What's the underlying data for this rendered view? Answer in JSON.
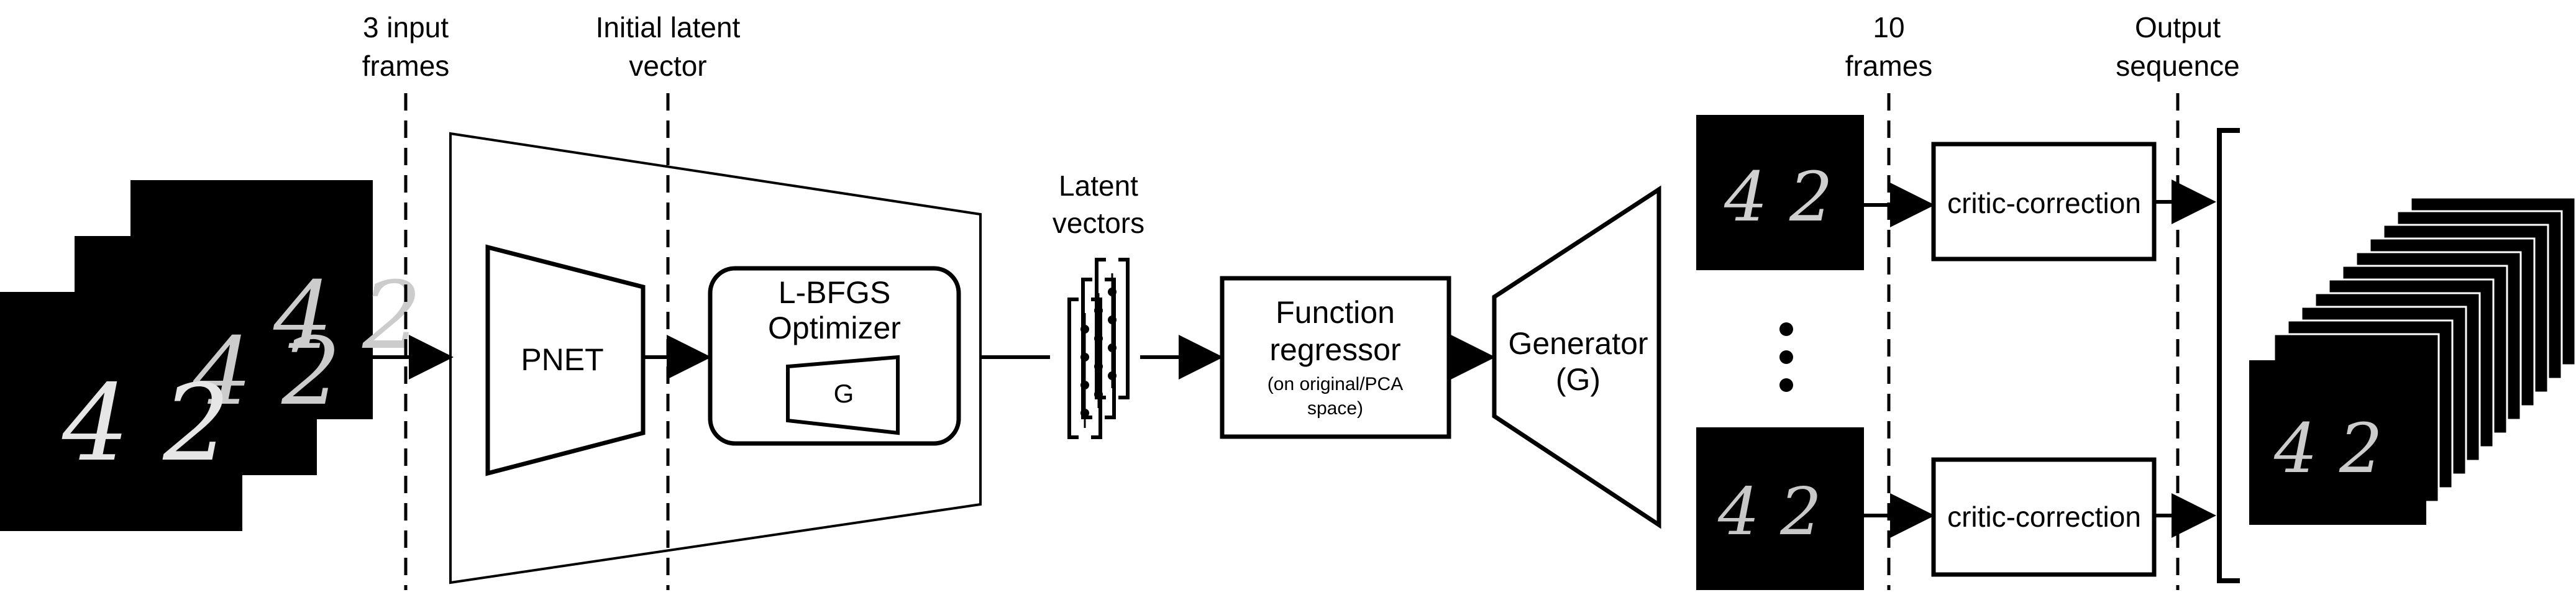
{
  "header_labels": {
    "input_frames": [
      "3 input",
      "frames"
    ],
    "initial_latent": [
      "Initial latent",
      "vector"
    ],
    "latent_vectors": [
      "Latent",
      "vectors"
    ],
    "ten_frames": [
      "10",
      "frames"
    ],
    "output_sequence": [
      "Output",
      "sequence"
    ]
  },
  "blocks": {
    "pnet": "PNET",
    "optimizer": [
      "L-BFGS",
      "Optimizer"
    ],
    "optimizer_inner": "G",
    "function_regressor": [
      "Function",
      "regressor"
    ],
    "function_regressor_note": [
      "(on original/PCA",
      "space)"
    ],
    "generator": [
      "Generator",
      "(G)"
    ],
    "critic_top": "critic-correction",
    "critic_bottom": "critic-correction"
  },
  "digit_images": {
    "input_digits": "4 2",
    "frame_digits": "4 2",
    "output_digits": "4 2"
  }
}
